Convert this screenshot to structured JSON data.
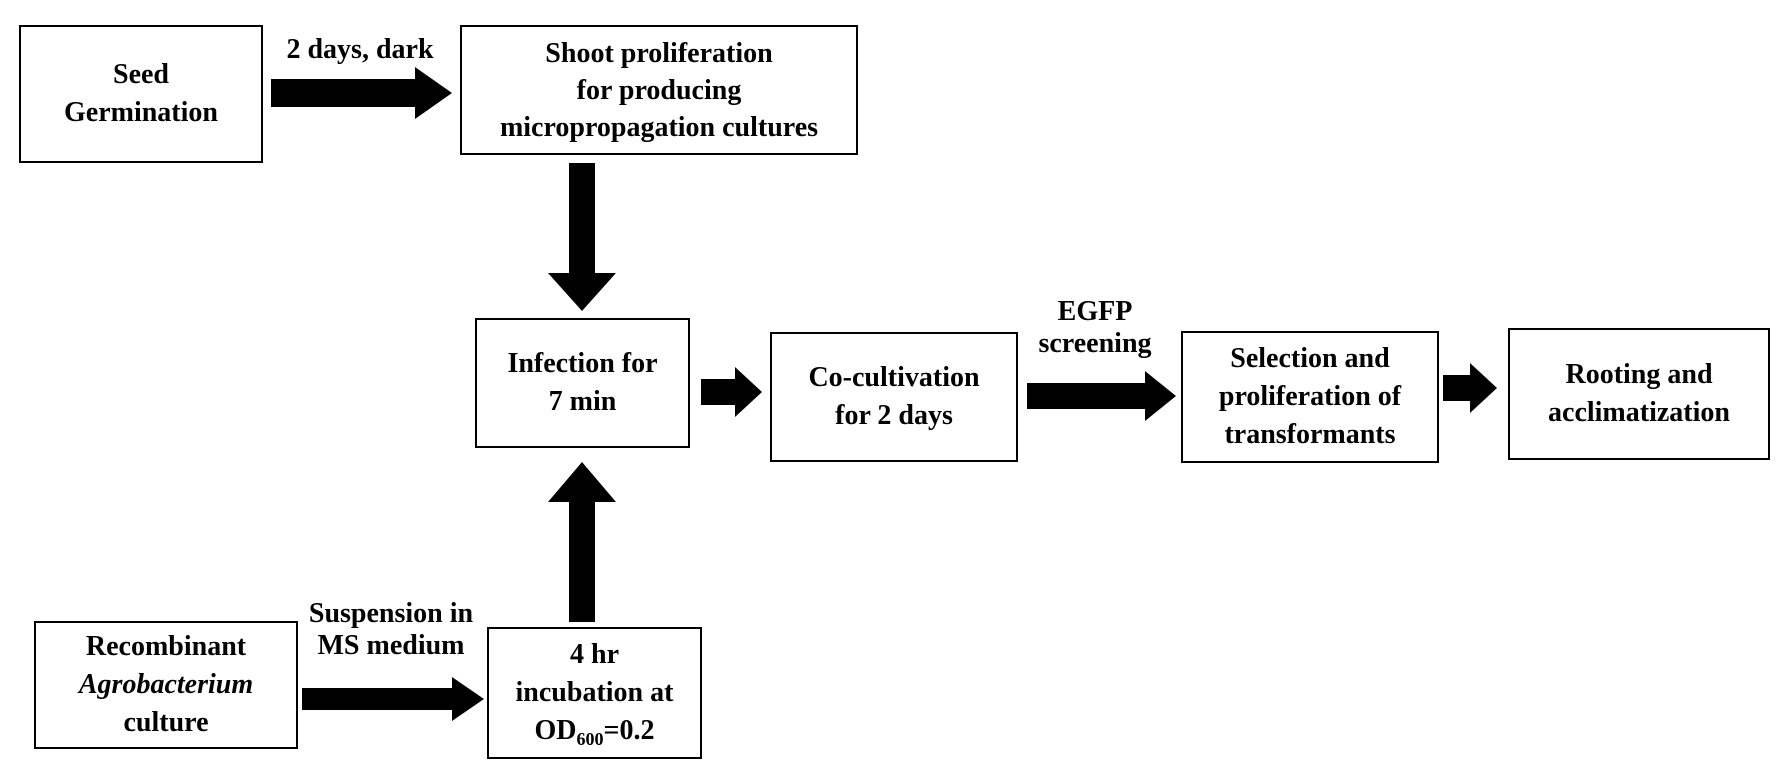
{
  "boxes": {
    "seed": [
      "Seed",
      "Germination"
    ],
    "shoot": [
      "Shoot proliferation",
      "for producing",
      "micropropagation cultures"
    ],
    "infection": [
      "Infection for",
      "7 min"
    ],
    "cocult": [
      "Co-cultivation",
      "for 2 days"
    ],
    "selection": [
      "Selection and",
      "proliferation of",
      "transformants"
    ],
    "rooting": [
      "Rooting and",
      "acclimatization"
    ],
    "agro": {
      "line1": "Recombinant",
      "line2": "Agrobacterium",
      "line3": "culture"
    },
    "incub": {
      "line1": "4 hr",
      "line2": "incubation at",
      "line3_main": "OD",
      "line3_sub": "600",
      "line3_tail": "=0.2"
    }
  },
  "labels": {
    "dark": "2 days, dark",
    "egfp": [
      "EGFP",
      "screening"
    ],
    "susp": [
      "Suspension in",
      "MS medium"
    ]
  },
  "colors": {
    "stroke": "#000000",
    "background": "#ffffff"
  }
}
